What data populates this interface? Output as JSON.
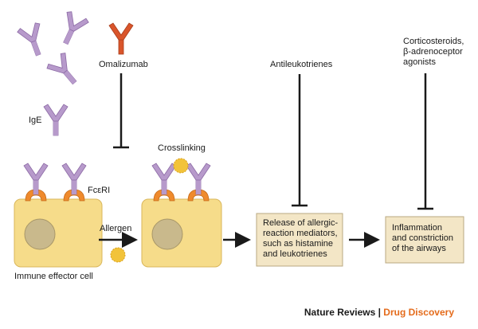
{
  "labels": {
    "omalizumab": "Omalizumab",
    "ige": "IgE",
    "fceri": "FcεRI",
    "crosslinking": "Crosslinking",
    "allergen": "Allergen",
    "immune_cell": "Immune effector cell",
    "antileukotrienes": "Antileukotrienes",
    "corticosteroids_line1": "Corticosteroids,",
    "corticosteroids_line2": "β-adrenoceptor",
    "corticosteroids_line3": "agonists"
  },
  "boxes": {
    "release_line1": "Release of allergic-",
    "release_line2": "reaction mediators,",
    "release_line3": "such as histamine",
    "release_line4": "and leukotrienes",
    "inflammation_line1": "Inflammation",
    "inflammation_line2": "and constriction",
    "inflammation_line3": "of the airways"
  },
  "footer": {
    "journal": "Nature Reviews",
    "separator": " | ",
    "section": "Drug Discovery"
  },
  "colors": {
    "ige_purple": "#b79acb",
    "ige_purple_dark": "#8c6aa5",
    "omalizumab_red": "#d9552b",
    "receptor_orange": "#ef8a2c",
    "cell_fill": "#f6dc8a",
    "cell_stroke": "#d9b65a",
    "nucleus": "#c9b98c",
    "allergen": "#f2c33a",
    "box_fill": "#f3e6c6",
    "box_stroke": "#b9a882",
    "brand_orange": "#e46b1b"
  }
}
